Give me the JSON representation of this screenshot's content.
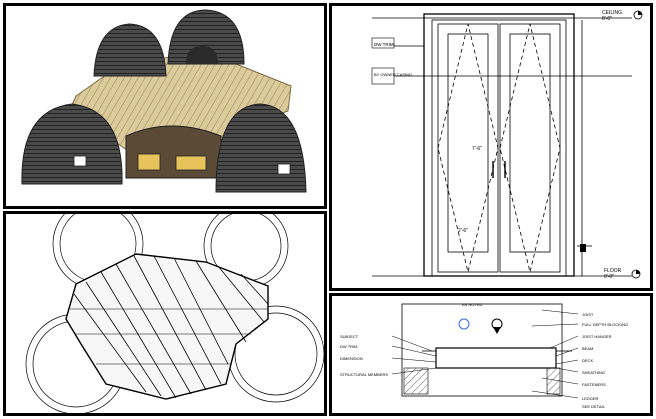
{
  "elevation": {
    "level_top": "CEILING",
    "level_top_elev": "8'-0\"",
    "level_bottom": "FLOOR",
    "level_bottom_elev": "0'-0\"",
    "tag_1": "DW TRIM",
    "tag_2": "BY OWNER CASING",
    "dim_height": "7'-6\"",
    "dim_width": "2'-6\""
  },
  "section": {
    "note_top": "AS NOTED",
    "note_left_1": "SUBJECT",
    "note_left_2": "DW TRIM",
    "note_left_3": "DIMENSION",
    "note_left_4": "STRUCTURAL MEMBERS",
    "note_right_1": "JOIST",
    "note_right_2": "FULL DEPTH BLOCKING",
    "note_right_3": "JOIST HANGER",
    "note_right_4": "BEAM",
    "note_right_5": "DECK",
    "note_right_6": "SHEATHING",
    "note_right_7": "FASTENERS",
    "note_right_8": "LEDGER",
    "note_right_9": "SEE DETAIL"
  },
  "colors": {
    "dome": "#3f3f3f",
    "timber": "#d9c89a",
    "line": "#000000",
    "marker": "#2f6fd6"
  }
}
